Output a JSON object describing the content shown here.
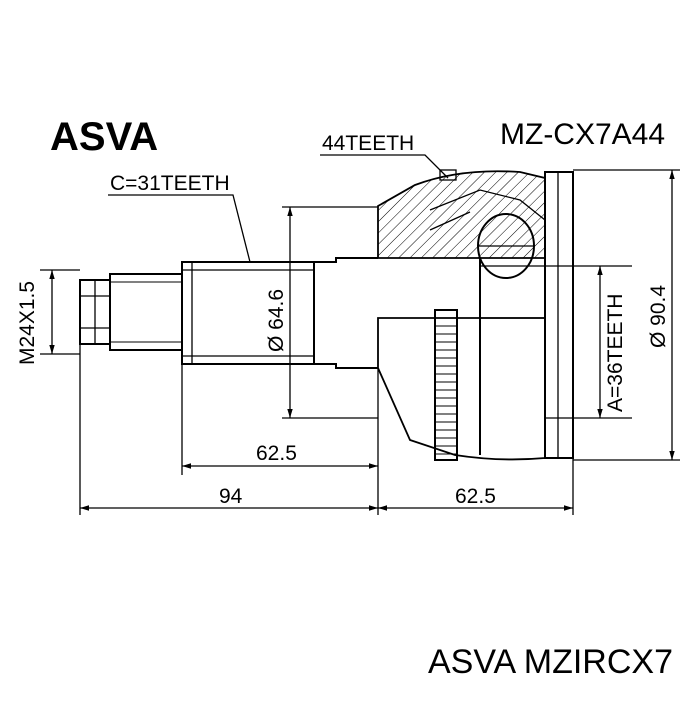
{
  "brand": "ASVA",
  "part_code": "MZ-CX7A44",
  "labels": {
    "outer_teeth": "44TEETH",
    "spline_c": "C=31TEETH",
    "spline_a": "A=36TEETH",
    "thread": "M24X1.5",
    "shaft_dia": "Ø 64.6",
    "housing_dia": "Ø 90.4"
  },
  "dimensions": {
    "shaft_length": "62.5",
    "total_left": "94",
    "housing_length": "62.5"
  },
  "footer": "ASVA MZIRCX7"
}
